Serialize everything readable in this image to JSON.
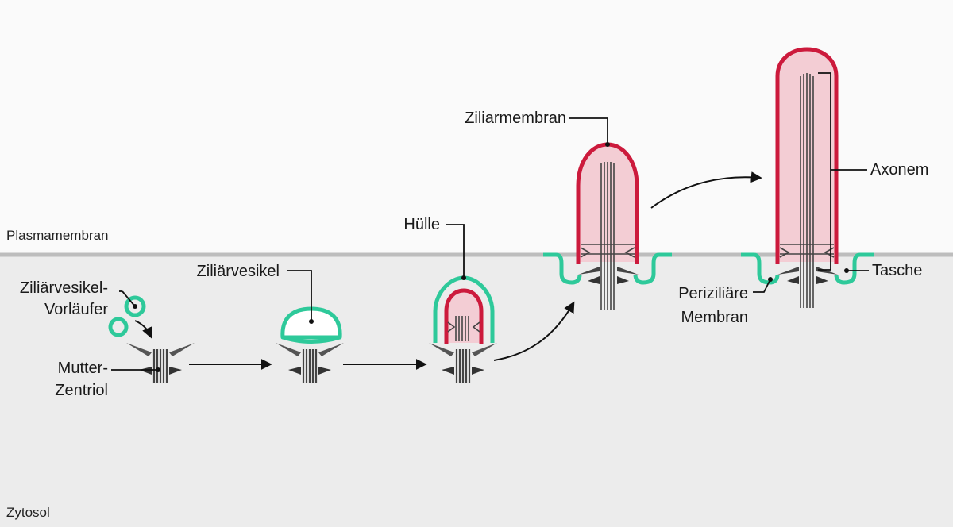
{
  "regions": {
    "top": "Plasmamembran",
    "bottom": "Zytosol"
  },
  "labels": {
    "vesikel_vorlaeufer_1": "Ziliärvesikel-",
    "vesikel_vorlaeufer_2": "Vorläufer",
    "mutterzentriol_1": "Mutter-",
    "mutterzentriol_2": "Zentriol",
    "ziliaervesikel": "Ziliärvesikel",
    "huelle": "Hülle",
    "ziliarmembran": "Ziliarmembran",
    "axonem": "Axonem",
    "tasche": "Tasche",
    "periziliaere_1": "Periziliäre",
    "periziliaere_2": "Membran"
  },
  "colors": {
    "ciliary_membrane": "#cc1a3c",
    "ciliary_fill": "#f3cdd4",
    "vesicle_membrane": "#2ec99a",
    "microtubule": "#444444",
    "plasma_membrane_line": "#bdbdbd",
    "cytosol_bg": "#ececec",
    "extracellular_bg": "#fafafa"
  }
}
